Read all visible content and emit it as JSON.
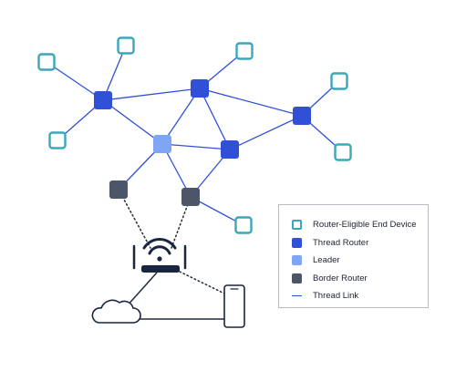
{
  "colors": {
    "end_device_stroke": "#3aa8b8",
    "thread_router": "#3150d8",
    "leader": "#7fa6f5",
    "border_router": "#4d5669",
    "thread_link": "#3150d8",
    "wifi_link": "#222a3d",
    "device_stroke": "#1a2540"
  },
  "legend": {
    "items": [
      {
        "label": "Router-Eligible End Device",
        "kind": "reed",
        "color": "#3aa8b8"
      },
      {
        "label": "Thread Router",
        "kind": "router",
        "color": "#3150d8"
      },
      {
        "label": "Leader",
        "kind": "leader",
        "color": "#7fa6f5"
      },
      {
        "label": "Border Router",
        "kind": "border",
        "color": "#4d5669"
      },
      {
        "label": "Thread Link",
        "kind": "line",
        "color": "#3150d8"
      }
    ]
  },
  "icons": {
    "wifi_router": "wifi-router-icon",
    "cloud": "cloud-icon",
    "phone": "smartphone-icon"
  }
}
